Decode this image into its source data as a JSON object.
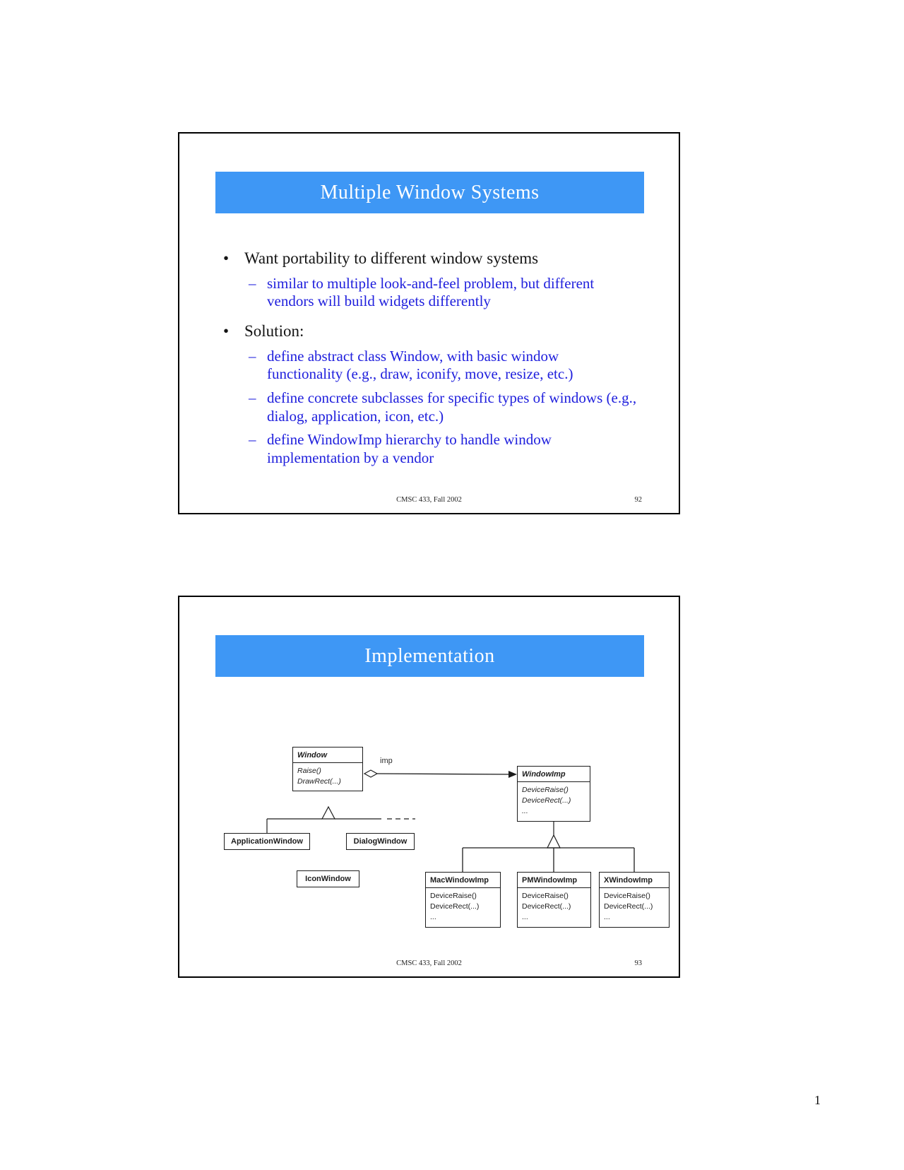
{
  "ui": {
    "bullet_marker": "•",
    "dash_marker": "–",
    "page_number": "1"
  },
  "colors": {
    "title_bar_blue": "#3e97f5",
    "sub_bullet_blue": "#2020dd",
    "body_text": "#141414"
  },
  "slides": [
    {
      "title": "Multiple Window Systems",
      "bullets": [
        {
          "level": 1,
          "text": "Want portability to different window systems"
        },
        {
          "level": 2,
          "text": "similar to multiple look-and-feel problem, but different vendors will build widgets differently"
        },
        {
          "level": 1,
          "text": "Solution:"
        },
        {
          "level": 2,
          "text": "define abstract class Window, with basic window functionality (e.g., draw, iconify, move, resize, etc.)"
        },
        {
          "level": 2,
          "text": "define concrete subclasses for specific types of windows (e.g., dialog, application, icon, etc.)"
        },
        {
          "level": 2,
          "text": "define WindowImp hierarchy to handle window implementation by a vendor"
        }
      ],
      "footer": {
        "course": "CMSC 433, Fall 2002",
        "page": "92"
      }
    },
    {
      "title": "Implementation",
      "diagram": {
        "relation_label": "imp",
        "classes": [
          {
            "name": "Window",
            "methods": "Raise()\nDrawRect(...)",
            "abstract": true
          },
          {
            "name": "WindowImp",
            "methods": "DeviceRaise()\nDeviceRect(...)\n...",
            "abstract": true
          },
          {
            "name": "ApplicationWindow"
          },
          {
            "name": "DialogWindow"
          },
          {
            "name": "IconWindow"
          },
          {
            "name": "MacWindowImp",
            "methods": "DeviceRaise()\nDeviceRect(...)\n..."
          },
          {
            "name": "PMWindowImp",
            "methods": "DeviceRaise()\nDeviceRect(...)\n..."
          },
          {
            "name": "XWindowImp",
            "methods": "DeviceRaise()\nDeviceRect(...)\n..."
          }
        ]
      },
      "footer": {
        "course": "CMSC 433, Fall 2002",
        "page": "93"
      }
    }
  ]
}
